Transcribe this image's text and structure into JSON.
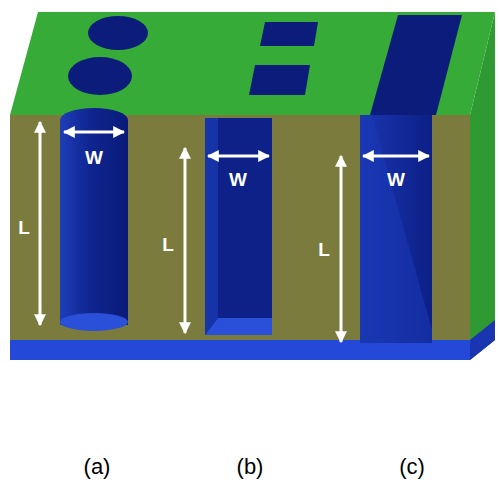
{
  "diagram": {
    "labels": [
      "W",
      "L",
      "W",
      "L",
      "W",
      "L",
      "(a)",
      "(b)",
      "(c)"
    ]
  }
}
